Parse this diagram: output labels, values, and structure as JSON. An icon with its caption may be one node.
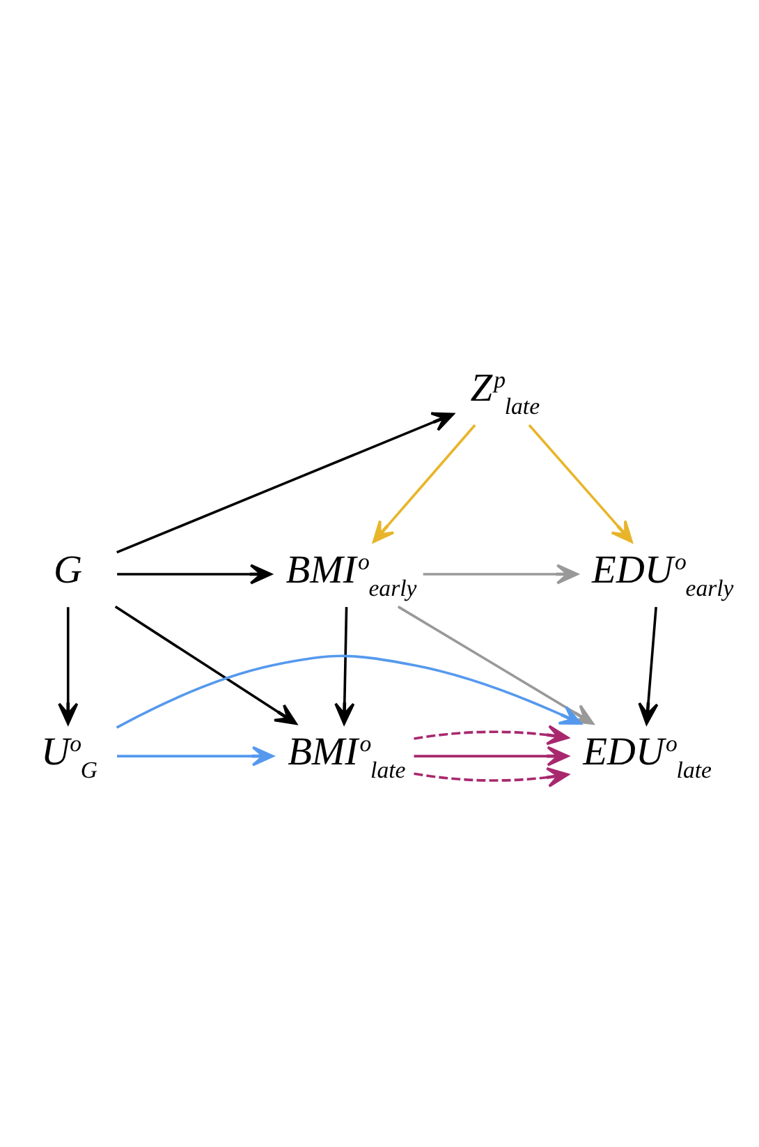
{
  "diagram": {
    "nodes": [
      {
        "text": [
          "Z$^{p}$$_{late}$"
        ]
      },
      {
        "text": [
          "BMI$^{o}$$_{early}$"
        ]
      },
      {
        "text": [
          "EDU$^{o}$$_{early}$"
        ]
      },
      {
        "text": [
          "G"
        ]
      },
      {
        "text": [
          "BMI$^{o}$$_{late}$"
        ]
      },
      {
        "text": [
          "EDU$^{o}$$_{late}$"
        ]
      },
      {
        "text": [
          "U$^{o}$$_{G}$"
        ]
      }
    ],
    "edges": [
      {
        "from": 3,
        "to": 0,
        "arrow": "to"
      },
      {
        "from": 0,
        "to": 1,
        "arrow": "to",
        "color": "#e8b52a"
      },
      {
        "from": 0,
        "to": 2,
        "arrow": "to",
        "color": "#e8b52a"
      },
      {
        "from": 1,
        "to": 2,
        "arrow": "to",
        "color": "#999999"
      },
      {
        "from": 3,
        "to": 1,
        "arrow": "to"
      },
      {
        "from": 1,
        "to": 4,
        "arrow": "to"
      },
      {
        "from": 1,
        "to": 5,
        "arrow": "to",
        "color": "#999999"
      },
      {
        "from": 2,
        "to": 5,
        "arrow": "to"
      },
      {
        "from": 3,
        "to": 4,
        "arrow": "to"
      },
      {
        "from": 3,
        "to": 6,
        "arrow": "to"
      },
      {
        "from": 4,
        "to": 5,
        "arrow": "to",
        "style": "dashed",
        "color": "#a8286e"
      },
      {
        "from": 4,
        "to": 5,
        "arrow": "to",
        "color": "#a8286e"
      },
      {
        "from": 4,
        "to": 5,
        "arrow": "to",
        "style": "dashed",
        "color": "#a8286e"
      },
      {
        "from": 6,
        "to": 4,
        "arrow": "to",
        "color": "#5599ee"
      },
      {
        "from": 6,
        "to": 5,
        "arrow": "to",
        "color": "#5599ee"
      }
    ]
  }
}
